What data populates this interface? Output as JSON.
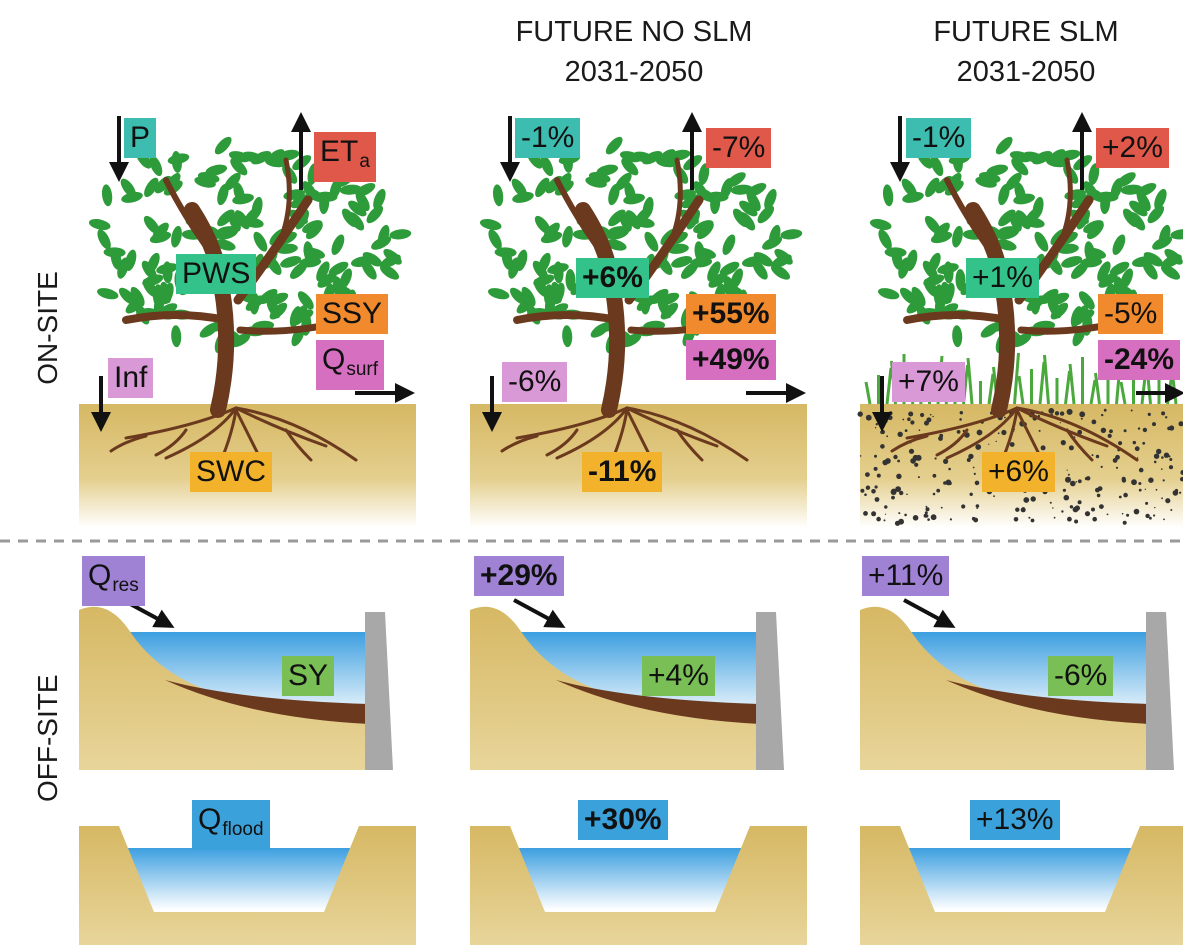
{
  "titles": {
    "future_no_slm": {
      "line1": "FUTURE NO SLM",
      "line2": "2031-2050"
    },
    "future_slm": {
      "line1": "FUTURE SLM",
      "line2": "2031-2050"
    }
  },
  "side_labels": {
    "on_site": "ON-SITE",
    "off_site": "OFF-SITE"
  },
  "legend_panel": {
    "P": "P",
    "ETa": {
      "main": "ET",
      "sub": "a"
    },
    "PWS": "PWS",
    "SSY": "SSY",
    "Qsurf": {
      "main": "Q",
      "sub": "surf"
    },
    "Inf": "Inf",
    "SWC": "SWC",
    "Qres": {
      "main": "Q",
      "sub": "res"
    },
    "SY": "SY",
    "Qflood": {
      "main": "Q",
      "sub": "flood"
    }
  },
  "future_no_slm": {
    "P": "-1%",
    "ETa": "-7%",
    "PWS": "+6%",
    "SSY": "+55%",
    "Qsurf": "+49%",
    "Inf": "-6%",
    "SWC": "-11%",
    "Qres": "+29%",
    "SY": "+4%",
    "Qflood": "+30%"
  },
  "future_slm": {
    "P": "-1%",
    "ETa": "+2%",
    "PWS": "+1%",
    "SSY": "-5%",
    "Qsurf": "-24%",
    "Inf": "+7%",
    "SWC": "+6%",
    "Qres": "+11%",
    "SY": "-6%",
    "Qflood": "+13%"
  },
  "colors": {
    "P": "#3dbdb0",
    "ETa": "#e0584a",
    "PWS": "#33c28a",
    "SSY": "#f08a2c",
    "Qsurf": "#d76fc1",
    "Inf": "#d999d6",
    "SWC": "#f2b22c",
    "Qres": "#9f82d4",
    "SY": "#79bf55",
    "Qflood": "#3aa1da",
    "soil": "#d6b864",
    "water": "#3d9fe0",
    "tree_trunk": "#6b3a1e",
    "leaves": "#2e9b3a",
    "dam": "#a8a8a8"
  }
}
